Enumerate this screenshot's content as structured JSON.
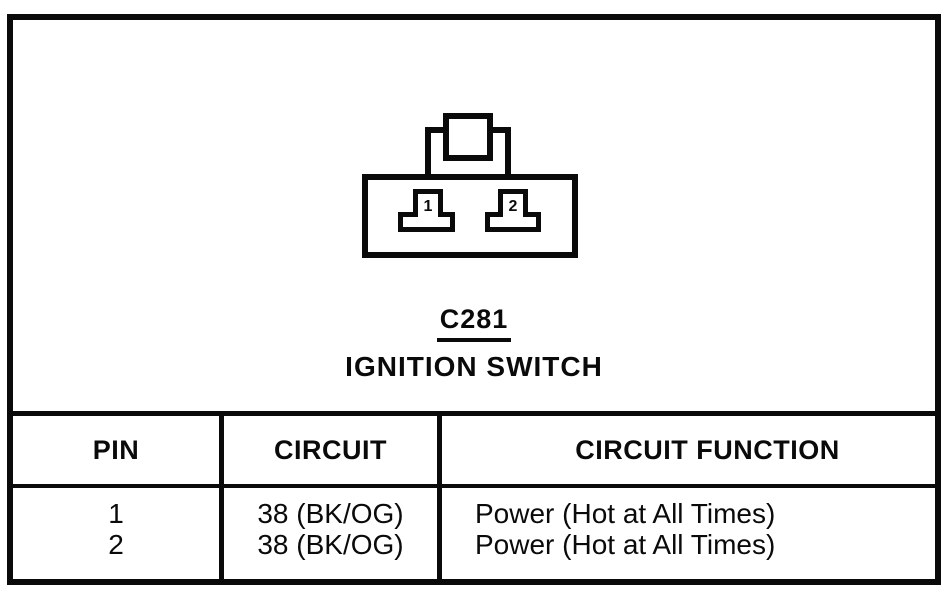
{
  "diagram": {
    "connector_id": "C281",
    "connector_name": "IGNITION SWITCH",
    "pins": [
      {
        "number": "1"
      },
      {
        "number": "2"
      }
    ]
  },
  "table": {
    "headers": {
      "pin": "PIN",
      "circuit": "CIRCUIT",
      "function": "CIRCUIT FUNCTION"
    },
    "rows": [
      {
        "pin": "1",
        "circuit": "38 (BK/OG)",
        "function": "Power (Hot at All Times)"
      },
      {
        "pin": "2",
        "circuit": "38 (BK/OG)",
        "function": "Power (Hot at All Times)"
      }
    ]
  },
  "colors": {
    "ink": "#0a0a0a",
    "paper": "#ffffff"
  }
}
